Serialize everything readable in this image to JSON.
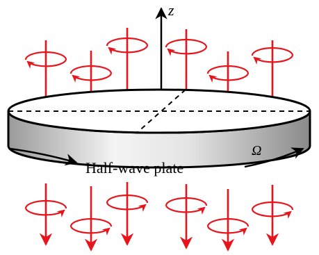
{
  "labels": {
    "axis": "z",
    "plate": "Half-wave plate",
    "rotation": "Ω"
  },
  "colors": {
    "beam": "#e8141b",
    "outline": "#000000",
    "plate_light": "#f2f2f2",
    "plate_dark": "#8c8c8c"
  },
  "beams": {
    "count": 12,
    "direction": "down",
    "polarization_above": "circular",
    "polarization_below": "circular, opposite handedness"
  }
}
